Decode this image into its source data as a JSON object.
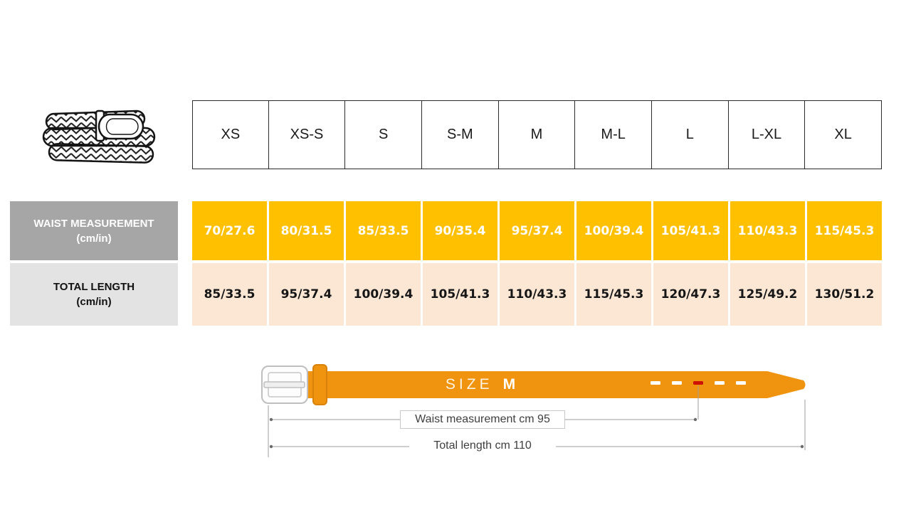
{
  "table": {
    "sizes": [
      "XS",
      "XS-S",
      "S",
      "S-M",
      "M",
      "M-L",
      "L",
      "L-XL",
      "XL"
    ],
    "rows": [
      {
        "label_line1": "WAIST MEASUREMENT",
        "label_line2": "(cm/in)",
        "values": [
          "70/27.6",
          "80/31.5",
          "85/33.5",
          "90/35.4",
          "95/37.4",
          "100/39.4",
          "105/41.3",
          "110/43.3",
          "115/45.3"
        ]
      },
      {
        "label_line1": "TOTAL LENGTH",
        "label_line2": "(cm/in)",
        "values": [
          "85/33.5",
          "95/37.4",
          "100/39.4",
          "105/41.3",
          "110/43.3",
          "115/45.3",
          "120/47.3",
          "125/49.2",
          "130/51.2"
        ]
      }
    ]
  },
  "diagram": {
    "size_label": "SIZE",
    "size_value": "M",
    "waist_annotation": "Waist measurement cm 95",
    "length_annotation": "Total length cm 110"
  },
  "icons": {
    "top_left": "braided-belt-icon",
    "bottom": "belt-diagram-with-buckle-and-holes"
  },
  "colors": {
    "waist_row_bg": "#FFC000",
    "waist_row_text": "#FFFFFF",
    "length_row_bg": "#FCE6D4",
    "waist_label_bg": "#A6A6A6",
    "length_label_bg": "#E4E3E3",
    "belt_orange": "#F0930E",
    "selected_hole_red": "#CC1100",
    "dimension_line_gray": "#9E9E9E"
  }
}
